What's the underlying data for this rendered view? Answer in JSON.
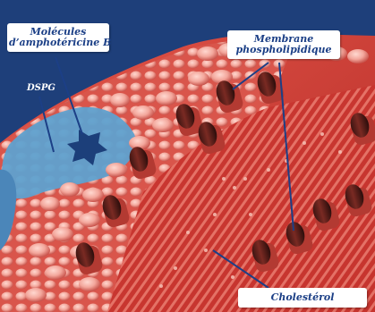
{
  "labels": {
    "amphotericin": {
      "line1": "Molécules",
      "line2": "d’amphotéricine B"
    },
    "membrane": {
      "line1": "Membrane",
      "line2": "phospholipidique"
    },
    "dspg": "DSPG",
    "cholesterol": "Cholestérol"
  },
  "colors": {
    "background_blue": "#1e3f7a",
    "membrane_red": "#e0463e",
    "head_pink": "#f3a79c",
    "dspg_blue": "#5fa1cf",
    "amphotericin_star": "#1c3f7a",
    "label_text": "#1b3f86",
    "pointer_line": "#1c3f86"
  }
}
